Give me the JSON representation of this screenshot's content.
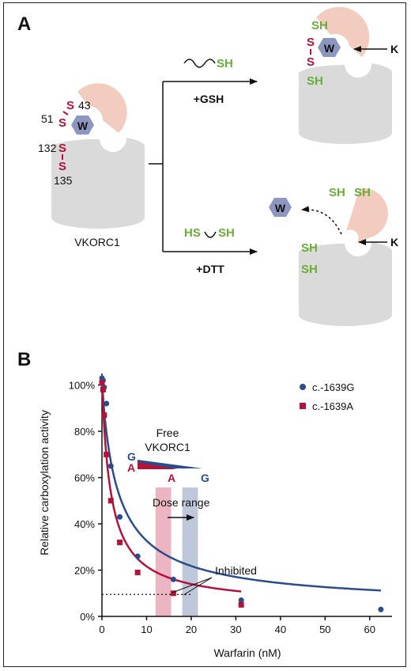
{
  "panel_a": {
    "letter": "A",
    "w_label": "W",
    "vkorc1_label": "VKORC1",
    "res_51": "51",
    "res_43": "43",
    "res_132": "132",
    "res_135": "135",
    "s_label": "S",
    "sh_label": "SH",
    "hs_label": "HS",
    "gsh_label": "+GSH",
    "dtt_label": "+DTT",
    "k_label": "K"
  },
  "panel_b": {
    "letter": "B",
    "free_label_line1": "Free",
    "free_label_line2": "VKORC1",
    "g_label": "G",
    "a_label": "A",
    "dose_range_label": "Dose range",
    "inhibited_label": "Inhibited"
  },
  "colors": {
    "series_g": "#2b4c8c",
    "series_a": "#b3123a",
    "sh_green": "#6aae3a",
    "protein_gray": "#dadada",
    "pink": "#f2cdbf",
    "warfarin": "#8c96bf",
    "band_pink": "#e7a9b6",
    "band_blue": "#b4bed4"
  },
  "chart_data": {
    "type": "scatter",
    "xlabel": "Warfarin (nM)",
    "ylabel": "Relative carboxylation activity",
    "xlim": [
      0,
      65
    ],
    "ylim": [
      0,
      105
    ],
    "xticks": [
      "0",
      "10",
      "20",
      "30",
      "40",
      "50",
      "60"
    ],
    "yticks": [
      "0%",
      "20%",
      "40%",
      "60%",
      "80%",
      "100%"
    ],
    "legend_position": "top-right",
    "series": [
      {
        "name": "c.-1639G",
        "color": "#2b4c8c",
        "marker": "circle",
        "x": [
          0,
          0.25,
          0.5,
          1,
          2,
          4,
          8,
          16,
          31.2,
          62.5
        ],
        "y": [
          103,
          102,
          99,
          92,
          65,
          43,
          26,
          16,
          7,
          3
        ],
        "fit_ic50": 3.7,
        "fit_bottom": 4,
        "fit_shape": 0.9
      },
      {
        "name": "c.-1639A",
        "color": "#b3123a",
        "marker": "square",
        "x": [
          0,
          0.25,
          0.5,
          1,
          2,
          4,
          8,
          16,
          31.2
        ],
        "y": [
          101,
          98,
          87,
          70,
          50,
          32,
          19,
          10,
          5
        ],
        "fit_ic50": 2.0,
        "fit_bottom": 4,
        "fit_shape": 0.95
      }
    ],
    "dose_range_bands": [
      {
        "series": "c.-1639A",
        "x_from": 12,
        "x_to": 15.5
      },
      {
        "series": "c.-1639G",
        "x_from": 18,
        "x_to": 21.5
      }
    ],
    "inhibited_threshold": 9.5
  }
}
